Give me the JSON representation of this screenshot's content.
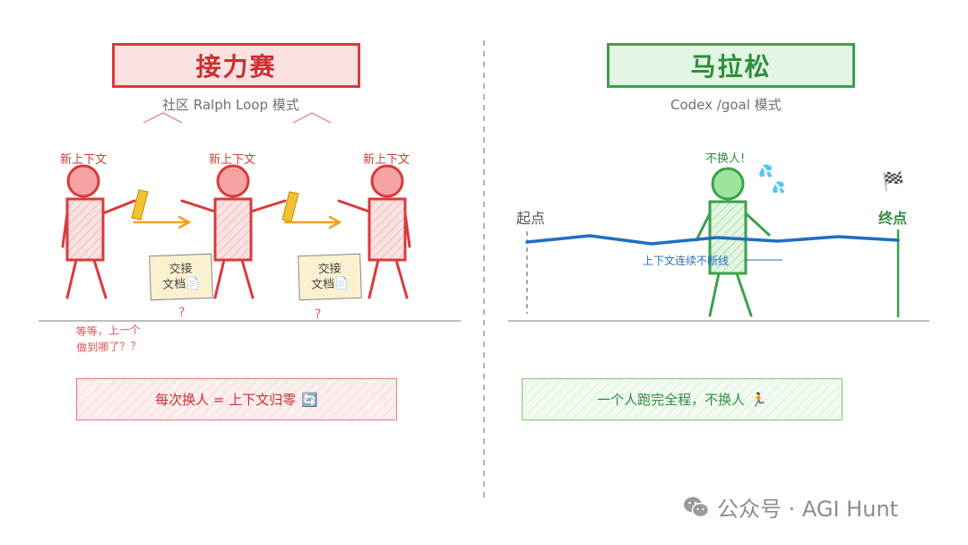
{
  "left": {
    "title": "接力赛",
    "subtitle": "社区 Ralph Loop 模式",
    "context_label": "新上下文",
    "doc_label_line1": "交接",
    "doc_label_line2": "文档",
    "doc_icon": "📄",
    "question_mark": "?",
    "confused_line1": "等等，上一个",
    "confused_line2": "做到哪了？？",
    "bottom_text": "每次换人 = 上下文归零",
    "bottom_icon": "🔄"
  },
  "right": {
    "title": "马拉松",
    "subtitle": "Codex /goal 模式",
    "speech": "不换人!",
    "sweat_icon": "💦",
    "start_label": "起点",
    "end_label": "终点",
    "flag_icon": "🏁",
    "line_label": "上下文连续不断线",
    "bottom_text": "一个人跑完全程，不换人",
    "bottom_icon": "🏃"
  },
  "watermark": {
    "text": "公众号 · AGI Hunt",
    "icon": "wechat-icon"
  },
  "colors": {
    "red": "#d93b3b",
    "green": "#3aa24a",
    "blue": "#1f6fbf",
    "orange": "#f0a020"
  }
}
